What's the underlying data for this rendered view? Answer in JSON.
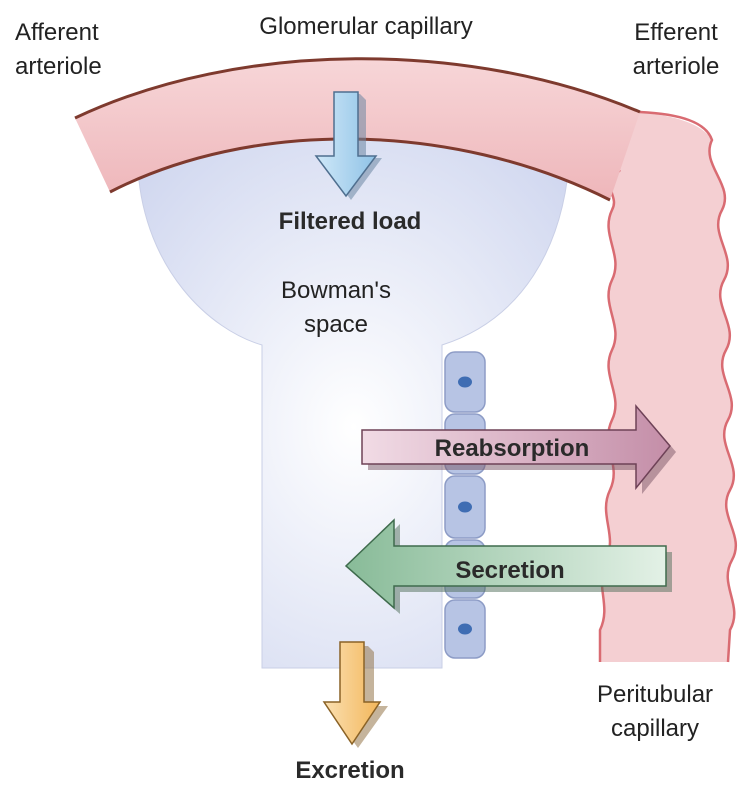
{
  "labels": {
    "afferent_line1": "Afferent",
    "afferent_line2": "arteriole",
    "glomerular": "Glomerular capillary",
    "efferent_line1": "Efferent",
    "efferent_line2": "arteriole",
    "filtered_load": "Filtered load",
    "bowman_line1": "Bowman's",
    "bowman_line2": "space",
    "reabsorption": "Reabsorption",
    "secretion": "Secretion",
    "excretion": "Excretion",
    "peritubular_line1": "Peritubular",
    "peritubular_line2": "capillary"
  },
  "colors": {
    "capillary_fill": "#f3c9cc",
    "capillary_stroke": "#8a3b2e",
    "bowman_fill": "#dde2f3",
    "tubule_cell_fill": "#b7c4e4",
    "tubule_cell_nucleus": "#3f6db3",
    "filtered_arrow": "#b9dcf3",
    "reabsorption_arrow": "#cfa5b8",
    "secretion_arrow": "#a9cdb3",
    "excretion_arrow": "#f7c982"
  }
}
